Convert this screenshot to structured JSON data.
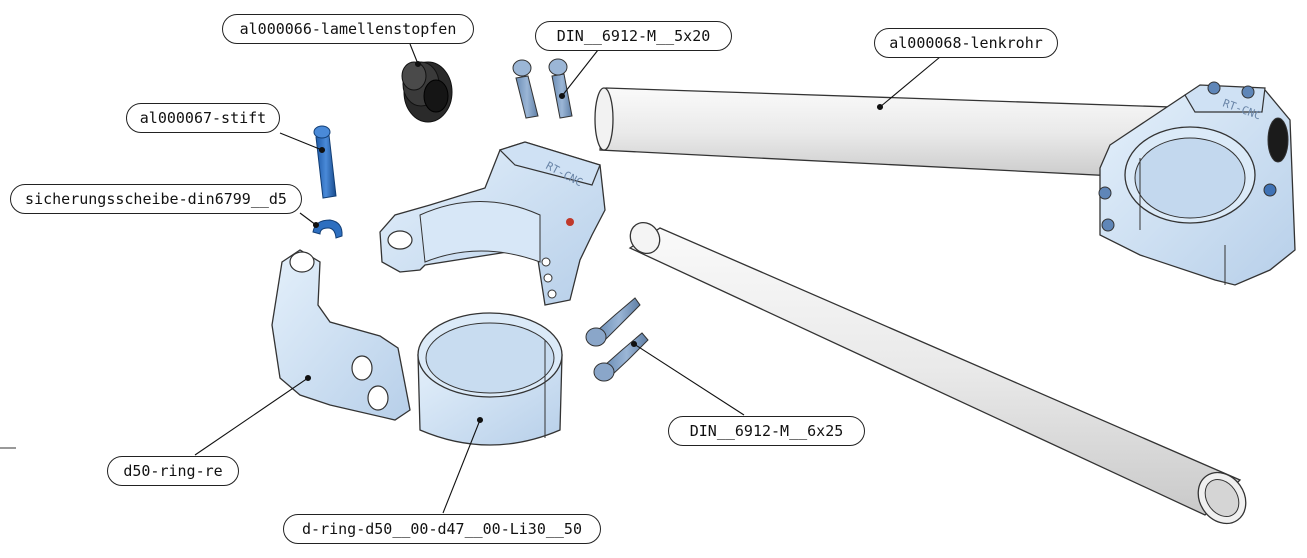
{
  "labels": {
    "lamellenstopfen": "al000066-lamellenstopfen",
    "din_5x20": "DIN__6912-M__5x20",
    "lenkrohr": "al000068-lenkrohr",
    "stift": "al000067-stift",
    "sicherungsscheibe": "sicherungsscheibe-din6799__d5",
    "din_6x25": "DIN__6912-M__6x25",
    "ring_re": "d50-ring-re",
    "d_ring": "d-ring-d50__00-d47__00-Li30__50"
  },
  "engraving": {
    "clamp_front": "RT-CNC",
    "clamp_back": "RT-CNC"
  },
  "colors": {
    "part_blue": "#cfe3f7",
    "part_blue_dark": "#7f9fc2",
    "hardware_blue": "#2d6fc0",
    "tube_gray": "#ebebeb",
    "rubber_black": "#2a2a2a",
    "leader_line": "#111111"
  }
}
